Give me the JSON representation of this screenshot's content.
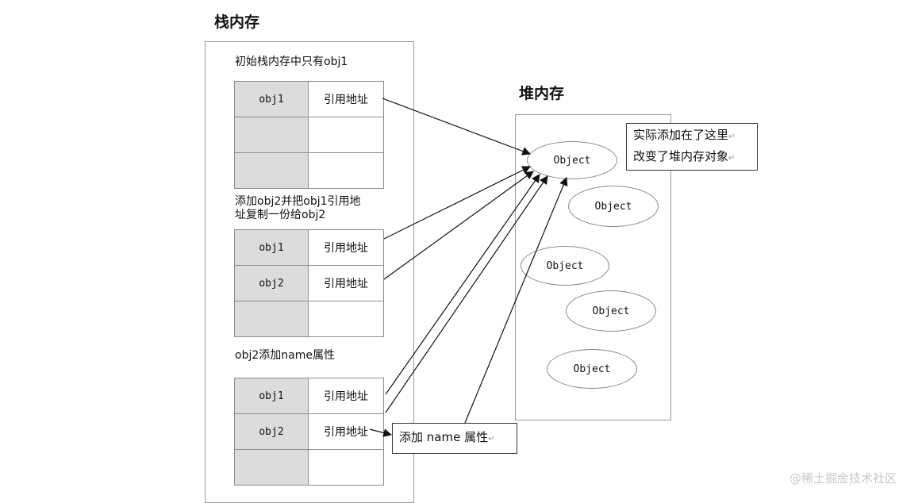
{
  "stack": {
    "title": "栈内存",
    "sections": [
      {
        "caption": "初始栈内存中只有obj1",
        "rows": [
          {
            "name": "obj1",
            "value": "引用地址"
          },
          {
            "name": "",
            "value": ""
          },
          {
            "name": "",
            "value": ""
          }
        ]
      },
      {
        "caption": "添加obj2并把obj1引用地址复制一份给obj2",
        "caption_line1": "添加obj2并把obj1引用地",
        "caption_line2": "址复制一份给obj2",
        "rows": [
          {
            "name": "obj1",
            "value": "引用地址"
          },
          {
            "name": "obj2",
            "value": "引用地址"
          },
          {
            "name": "",
            "value": ""
          }
        ]
      },
      {
        "caption": "obj2添加name属性",
        "rows": [
          {
            "name": "obj1",
            "value": "引用地址"
          },
          {
            "name": "obj2",
            "value": "引用地址"
          },
          {
            "name": "",
            "value": ""
          }
        ]
      }
    ]
  },
  "heap": {
    "title": "堆内存",
    "objects": [
      "Object",
      "Object",
      "Object",
      "Object",
      "Object"
    ],
    "note_line1": "实际添加在了这里",
    "note_line2": "改变了堆内存对象"
  },
  "callout": "添加 name 属性",
  "watermark": "@稀土掘金技术社区"
}
